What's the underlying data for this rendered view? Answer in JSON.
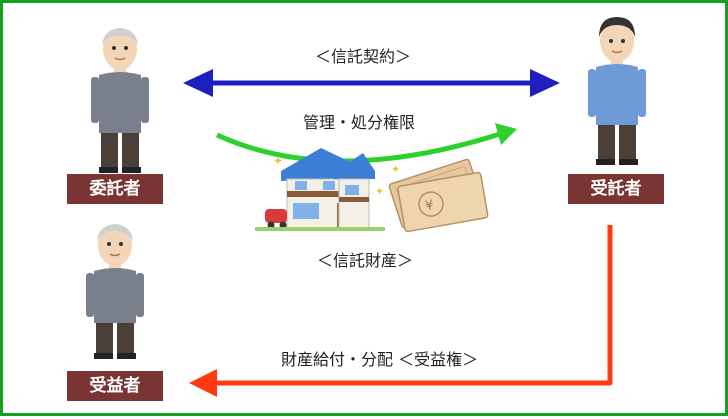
{
  "roles": {
    "settlor": "委託者",
    "trustee": "受託者",
    "beneficiary": "受益者"
  },
  "captions": {
    "trust_contract": "＜信託契約＞",
    "management_disposal": "管理・処分権限",
    "trust_property": "＜信託財産＞",
    "distribution": "財産給付・分配 ＜受益権＞"
  },
  "colors": {
    "frame": "#12a020",
    "label_bg": "#7a3434",
    "contract_arrow": "#1f1fbf",
    "authority_arrow": "#2dd12d",
    "benefit_arrow": "#ff3a12"
  },
  "icons": [
    "elderly-man-icon",
    "man-icon",
    "house-icon",
    "banknotes-icon"
  ]
}
